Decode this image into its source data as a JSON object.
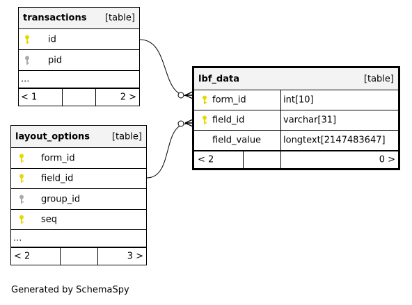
{
  "tables": {
    "transactions": {
      "name": "transactions",
      "kind": "[table]",
      "columns": [
        {
          "name": "id",
          "key": "primary"
        },
        {
          "name": "pid",
          "key": "foreign"
        }
      ],
      "ellipsis": "...",
      "footer": {
        "left": "< 1",
        "right": "2 >"
      }
    },
    "layout_options": {
      "name": "layout_options",
      "kind": "[table]",
      "columns": [
        {
          "name": "form_id",
          "key": "primary"
        },
        {
          "name": "field_id",
          "key": "primary"
        },
        {
          "name": "group_id",
          "key": "foreign"
        },
        {
          "name": "seq",
          "key": "primary"
        }
      ],
      "ellipsis": "...",
      "footer": {
        "left": "< 2",
        "right": "3 >"
      }
    },
    "lbf_data": {
      "name": "lbf_data",
      "kind": "[table]",
      "columns": [
        {
          "name": "form_id",
          "type": "int[10]",
          "key": "primary"
        },
        {
          "name": "field_id",
          "type": "varchar[31]",
          "key": "primary"
        },
        {
          "name": "field_value",
          "type": "longtext[2147483647]",
          "key": "none"
        }
      ],
      "footer": {
        "left": "< 2",
        "right": "0 >"
      }
    }
  },
  "relationships": [
    {
      "from": "transactions.id",
      "to": "lbf_data.form_id"
    },
    {
      "from": "layout_options.field_id",
      "to": "lbf_data.field_id"
    }
  ],
  "colors": {
    "primary_key": "#e8d800",
    "foreign_key": "#aaaaaa",
    "header_bg": "#f3f3f3"
  },
  "footer_text": "Generated by SchemaSpy"
}
